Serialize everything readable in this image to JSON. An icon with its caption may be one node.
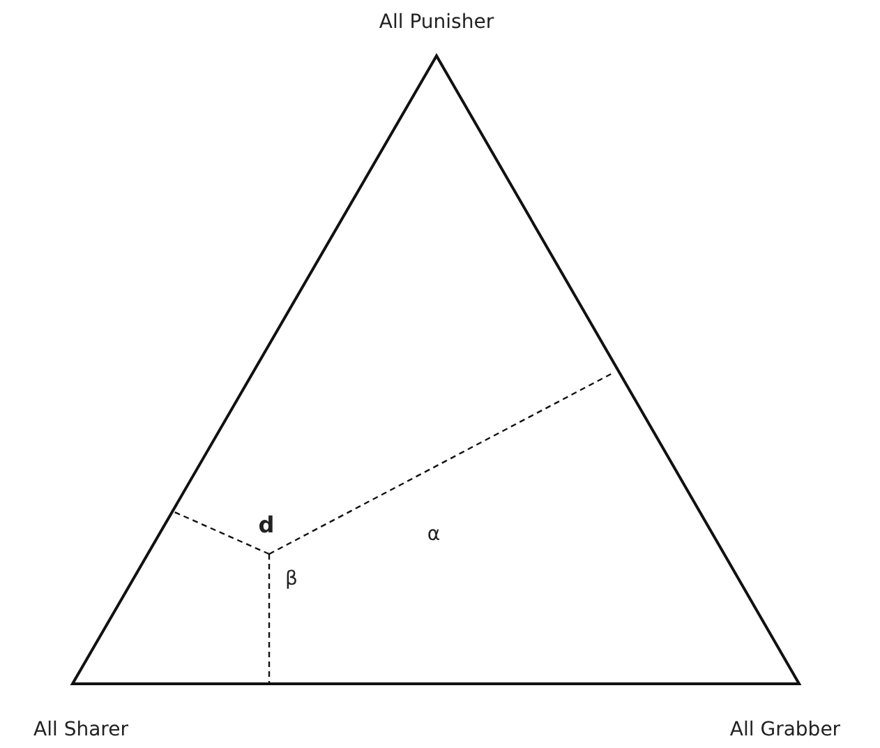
{
  "diagram": {
    "labels": [
      "All Punisher",
      "d",
      "α",
      "β",
      "All Sharer",
      "All Grabber"
    ]
  }
}
